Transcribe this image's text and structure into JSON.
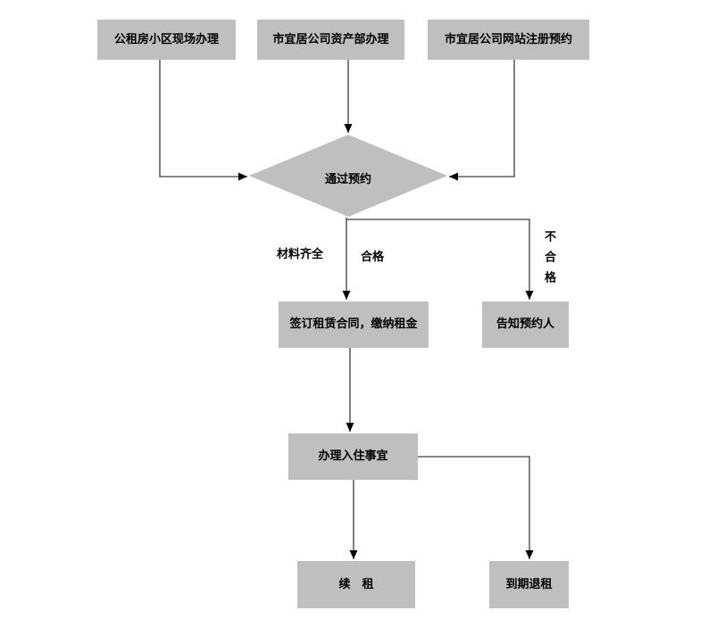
{
  "diagram": {
    "type": "flowchart",
    "colors": {
      "node_fill": "#bfbfbf",
      "line": "#3d3d3d",
      "arrowhead": "#000000",
      "text": "#000000",
      "background": "#ffffff"
    }
  },
  "nodes": {
    "entry_onsite": {
      "label": "公租房小区现场办理"
    },
    "entry_asset_dept": {
      "label": "市宜居公司资产部办理"
    },
    "entry_website": {
      "label": "市宜居公司网站注册预约"
    },
    "decision_reservation": {
      "label": "通过预约"
    },
    "sign_contract": {
      "label": "签订租赁合同，缴纳租金"
    },
    "notify_applicant": {
      "label": "告知预约人"
    },
    "move_in": {
      "label": "办理入住事宜"
    },
    "renew_lease": {
      "label": "续　租"
    },
    "expire_return": {
      "label": "到期退租"
    }
  },
  "edge_labels": {
    "materials_complete": "材料齐全",
    "qualified": "合格",
    "not_qualified": "不合格"
  }
}
